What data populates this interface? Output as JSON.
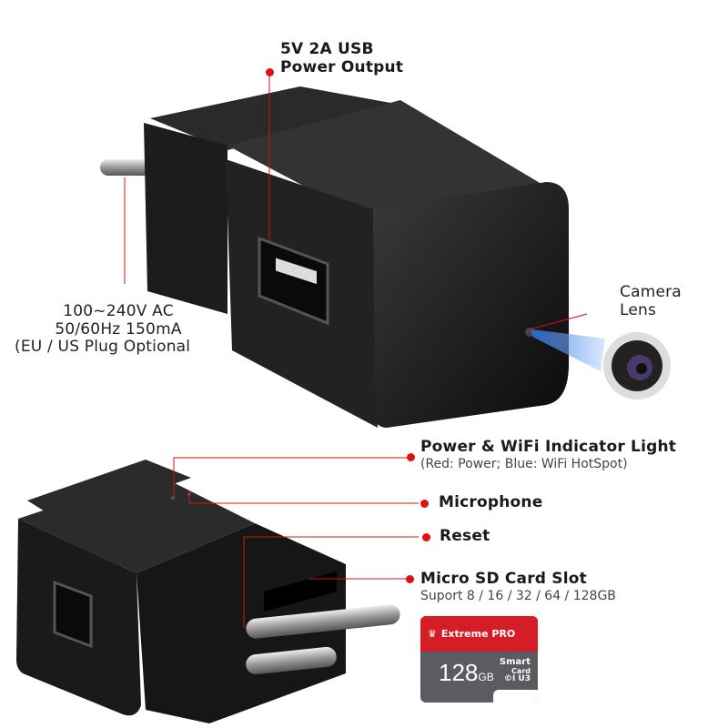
{
  "labels": {
    "usb_output": [
      "5V 2A USB",
      "Power Output"
    ],
    "ac_input": [
      "100~240V AC",
      "50/60Hz 150mA",
      "(EU / US Plug Optional"
    ],
    "camera": [
      "Camera",
      "Lens"
    ],
    "indicator": {
      "title": "Power & WiFi Indicator Light",
      "subtitle": "(Red: Power; Blue: WiFi HotSpot)"
    },
    "microphone": "Microphone",
    "reset": "Reset",
    "sd_slot": {
      "title": "Micro SD Card Slot",
      "subtitle": "Suport 8 / 16 / 32 / 64 / 128GB"
    }
  },
  "sd_card": {
    "brand": "Extreme PRO",
    "capacity": "128",
    "unit": "GB",
    "type_line1": "Smart",
    "type_line2": "Card",
    "class_marks": "©I U3"
  },
  "colors": {
    "accent": "#e01010",
    "device": "#111111",
    "sd_red": "#d51d27",
    "sd_gray": "#5a5c62"
  }
}
